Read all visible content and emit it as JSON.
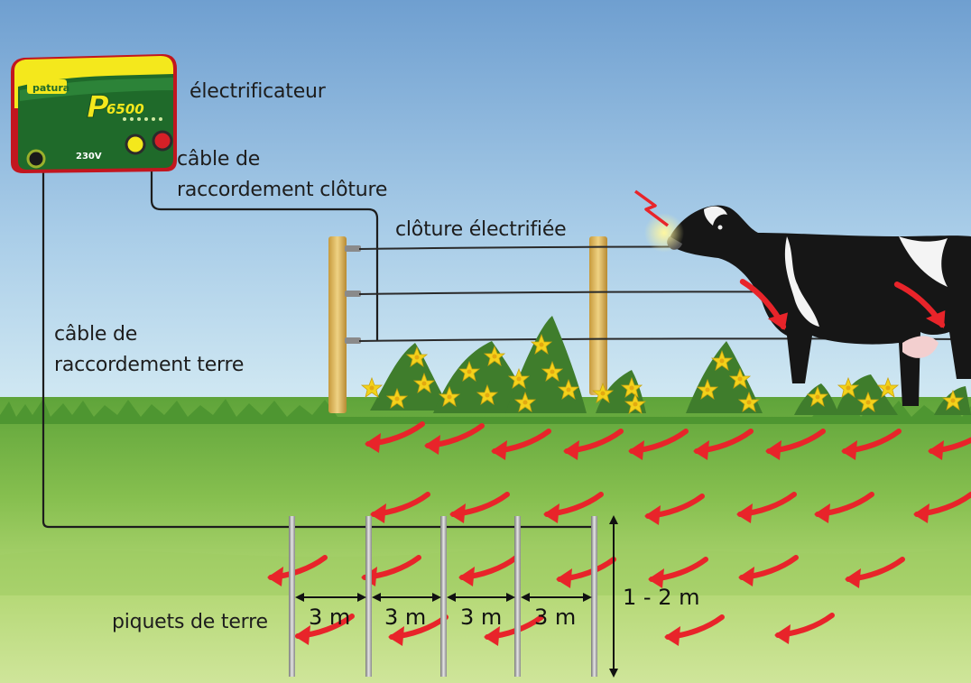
{
  "labels": {
    "energizer": "électrificateur",
    "fence_cable_line1": "câble de",
    "fence_cable_line2": "raccordement clôture",
    "electric_fence": "clôture électrifiée",
    "earth_cable_line1": "câble de",
    "earth_cable_line2": "raccordement terre",
    "earth_rods": "piquets de terre"
  },
  "spacing": {
    "rod_gap_1": "3 m",
    "rod_gap_2": "3 m",
    "rod_gap_3": "3 m",
    "rod_gap_4": "3 m",
    "rod_depth": "1 - 2 m"
  },
  "device": {
    "brand": "patura",
    "model_prefix": "P",
    "model_number": "6500",
    "voltage": "230V"
  },
  "colors": {
    "device_yellow": "#f4e81c",
    "device_green": "#1f6a2a",
    "device_red": "#d52027",
    "current_arrow": "#e8242a",
    "flower": "#f3d21b"
  }
}
